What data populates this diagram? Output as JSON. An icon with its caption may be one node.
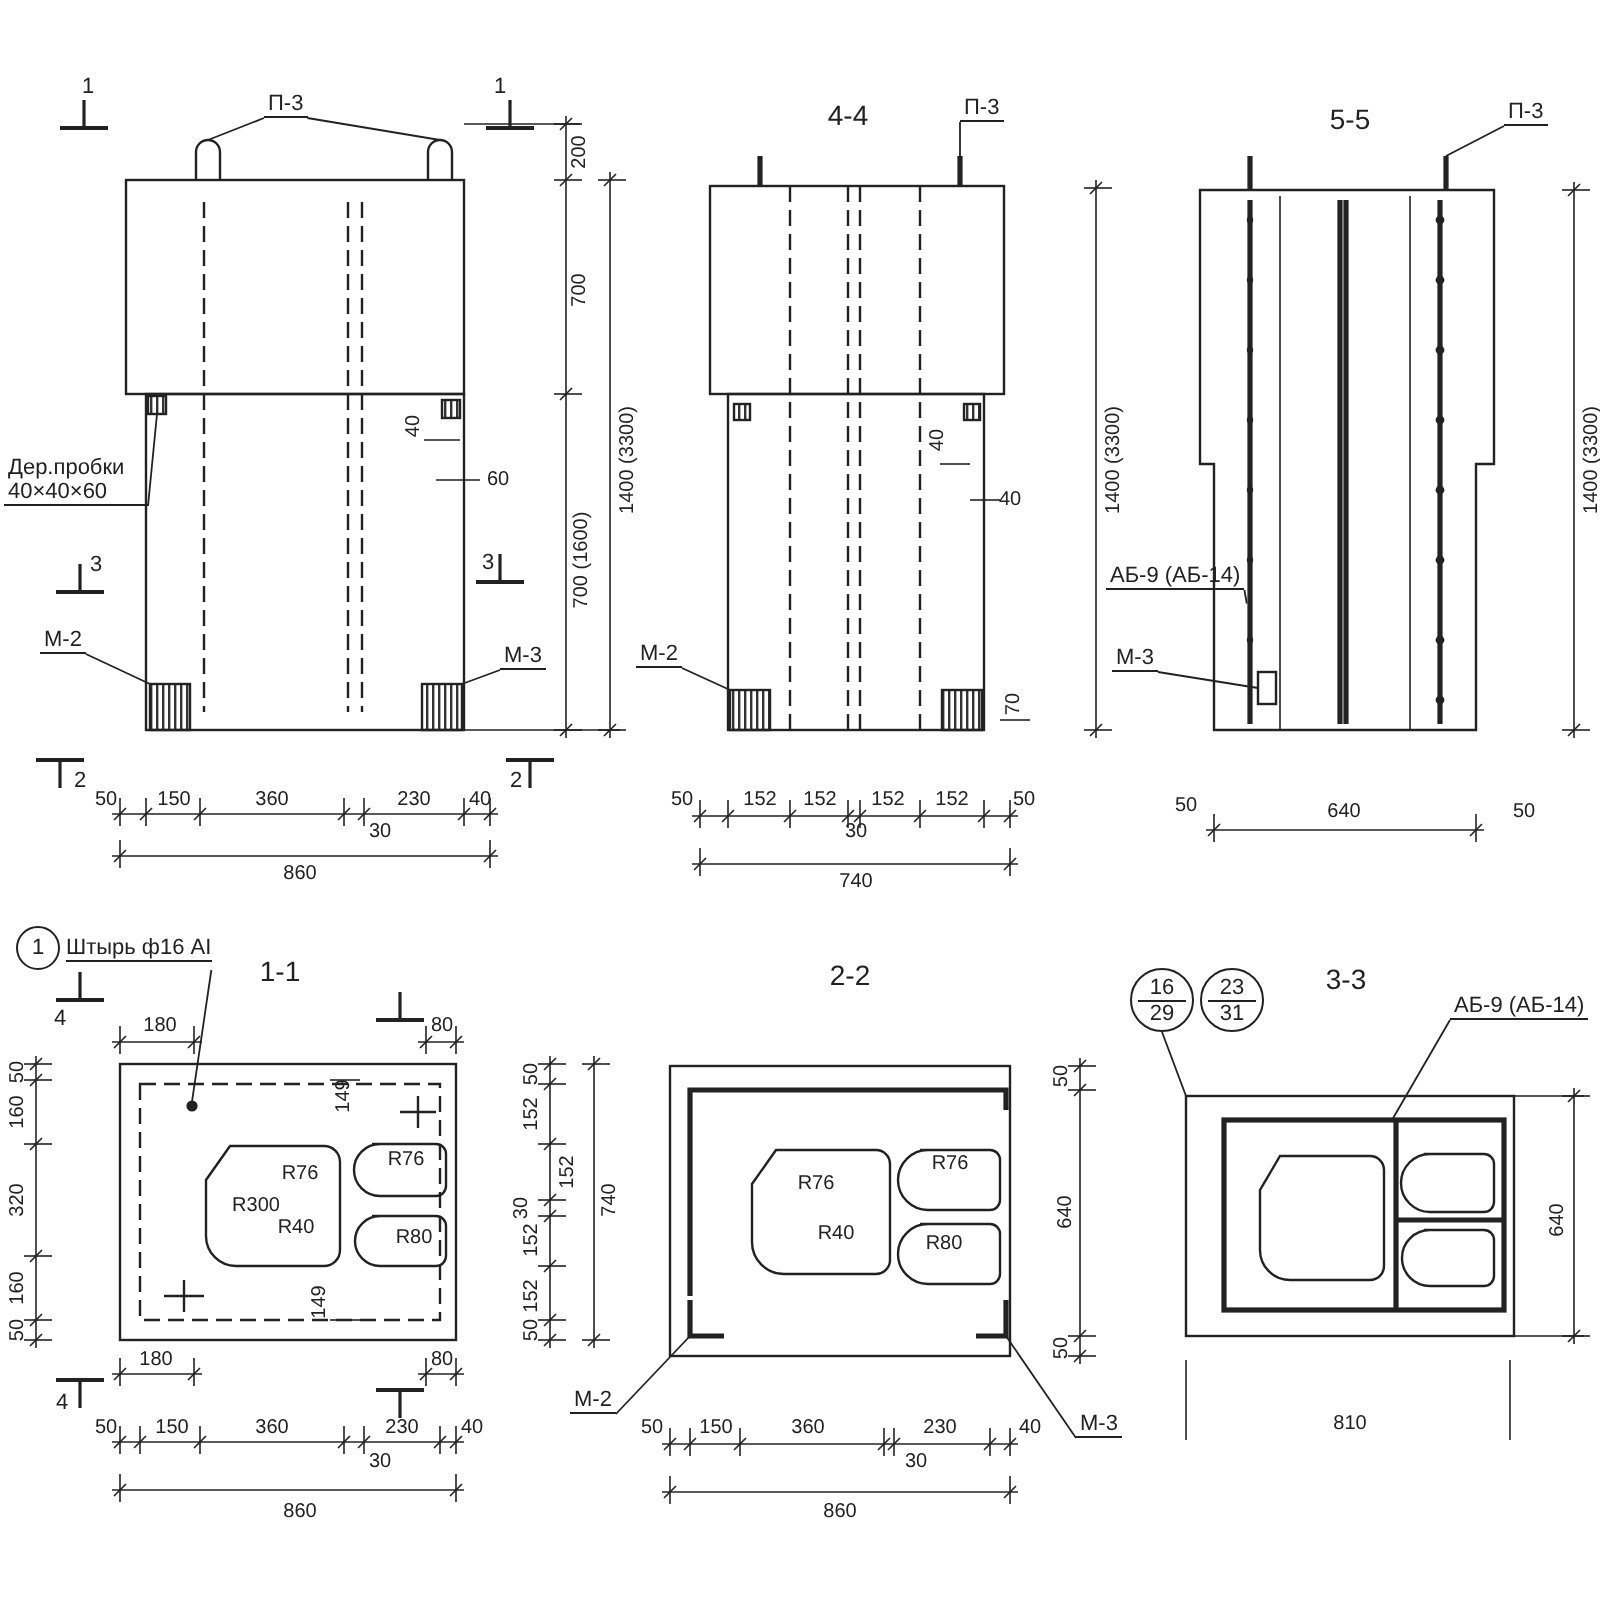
{
  "diagram": {
    "nodes": [
      {
        "text": [
          "П-3"
        ]
      },
      {
        "text": [
          "Дер.пробки 40×40×60"
        ]
      },
      {
        "text": [
          "М-2"
        ]
      },
      {
        "text": [
          "М-3"
        ]
      },
      {
        "text": [
          "П-3"
        ]
      },
      {
        "text": [
          "М-2"
        ]
      },
      {
        "text": [
          "П-3"
        ]
      },
      {
        "text": [
          "АБ-9 (АБ-14)"
        ]
      },
      {
        "text": [
          "М-3"
        ]
      },
      {
        "text": [
          "1"
        ],
        "beside": [
          "Штырь ф16 АI"
        ]
      },
      {
        "text": [
          "М-2"
        ]
      },
      {
        "text": [
          "М-3"
        ]
      },
      {
        "text": [
          "16",
          "29"
        ]
      },
      {
        "text": [
          "23",
          "31"
        ]
      },
      {
        "text": [
          "АБ-9 (АБ-14)"
        ]
      },
      {
        "text": [],
        "shape": "picture"
      },
      {
        "text": [],
        "shape": "picture"
      },
      {
        "text": [],
        "shape": "box"
      },
      {
        "text": [],
        "shape": "box"
      },
      {
        "text": [],
        "shape": "box"
      },
      {
        "text": [],
        "shape": "bar"
      },
      {
        "text": [],
        "shape": "box"
      },
      {
        "text": [],
        "shape": "bar"
      },
      {
        "text": [],
        "shape": "bar"
      },
      {
        "text": [],
        "shape": "box"
      },
      {
        "text": [],
        "shape": "circle"
      },
      {
        "text": [],
        "shape": "picture"
      },
      {
        "text": [],
        "shape": "picture"
      },
      {
        "text": [],
        "shape": "box"
      },
      {
        "text": [],
        "shape": "box",
        "in": 28
      }
    ],
    "edges": [
      {
        "from": 0,
        "to": 15,
        "arrow": "none"
      },
      {
        "from": 0,
        "to": 16,
        "arrow": "none"
      },
      {
        "from": 1,
        "to": 17,
        "arrow": "none"
      },
      {
        "from": 2,
        "to": 18,
        "arrow": "none"
      },
      {
        "from": 3,
        "to": 19,
        "arrow": "none"
      },
      {
        "from": 4,
        "to": 20,
        "arrow": "none"
      },
      {
        "from": 5,
        "to": 21,
        "arrow": "none"
      },
      {
        "from": 6,
        "to": 22,
        "arrow": "none"
      },
      {
        "from": 7,
        "to": 23,
        "arrow": "none"
      },
      {
        "from": 8,
        "to": 24,
        "arrow": "none"
      },
      {
        "from": 9,
        "to": 25,
        "arrow": "none"
      },
      {
        "from": 10,
        "to": 26,
        "arrow": "none"
      },
      {
        "from": 11,
        "to": 27,
        "arrow": "none"
      },
      {
        "from": 12,
        "to": 28,
        "arrow": "none"
      },
      {
        "from": 14,
        "to": 29,
        "arrow": "none"
      }
    ],
    "labels": [
      "1",
      "1",
      "200",
      "700",
      "1400 (3300)",
      "40",
      "60",
      "3",
      "3",
      "700 (1600)",
      "2",
      "2",
      "50",
      "150",
      "360",
      "230",
      "40",
      "30",
      "860",
      "4-4",
      "40",
      "40",
      "1400 (3300)",
      "70",
      "50",
      "152",
      "152",
      "152",
      "152",
      "50",
      "30",
      "740",
      "5-5",
      "1400 (3300)",
      "50",
      "640",
      "50",
      "1-1",
      "4",
      "180",
      "80",
      "50",
      "160",
      "320",
      "160",
      "50",
      "149",
      "R76",
      "R300",
      "R40",
      "R76",
      "R80",
      "149",
      "180",
      "80",
      "50",
      "152",
      "152",
      "30",
      "152",
      "152",
      "50",
      "740",
      "4",
      "50",
      "150",
      "360",
      "230",
      "40",
      "30",
      "860",
      "2-2",
      "R76",
      "R40",
      "R76",
      "R80",
      "50",
      "640",
      "50",
      "50",
      "150",
      "360",
      "230",
      "40",
      "30",
      "860",
      "3-3",
      "640",
      "810"
    ]
  }
}
